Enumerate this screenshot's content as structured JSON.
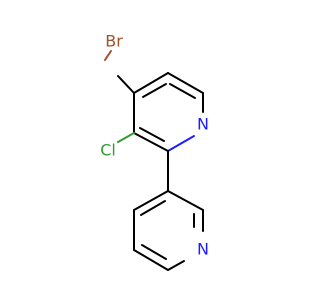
{
  "molecule": {
    "atoms": {
      "bromine": "Br",
      "chlorine": "Cl",
      "nitrogen_ring_1": "N",
      "nitrogen_ring_2": "N"
    }
  },
  "colors": {
    "bond": "#000000",
    "carbon_bond": "#000000",
    "nitrogen": "#1d1dff",
    "chlorine": "#2f9d2f",
    "bromine": "#a0522d"
  }
}
